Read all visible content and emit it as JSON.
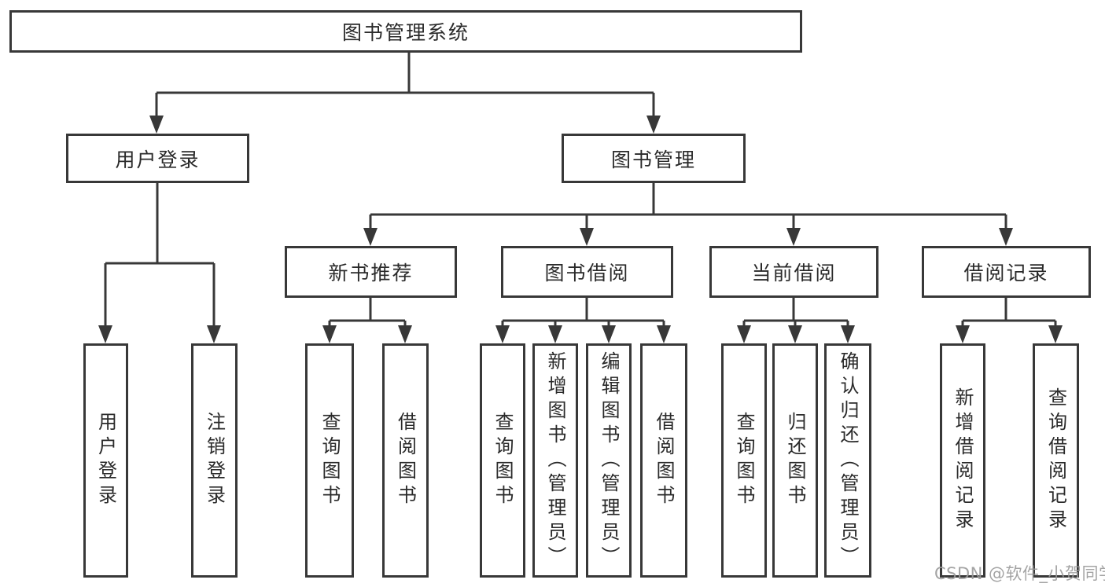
{
  "tree": {
    "label": "图书管理系统",
    "children": [
      {
        "label": "用户登录",
        "children": [
          {
            "label": "用户登录"
          },
          {
            "label": "注销登录"
          }
        ]
      },
      {
        "label": "图书管理",
        "children": [
          {
            "label": "新书推荐",
            "children": [
              {
                "label": "查询图书"
              },
              {
                "label": "借阅图书"
              }
            ]
          },
          {
            "label": "图书借阅",
            "children": [
              {
                "label": "查询图书"
              },
              {
                "label": "新增图书（管理员）"
              },
              {
                "label": "编辑图书（管理员）"
              },
              {
                "label": "借阅图书"
              }
            ]
          },
          {
            "label": "当前借阅",
            "children": [
              {
                "label": "查询图书"
              },
              {
                "label": "归还图书"
              },
              {
                "label": "确认归还（管理员）"
              }
            ]
          },
          {
            "label": "借阅记录",
            "children": [
              {
                "label": "新增借阅记录"
              },
              {
                "label": "查询借阅记录"
              }
            ]
          }
        ]
      }
    ]
  },
  "watermark": {
    "text": "CSDN @软件_小贺同学"
  },
  "colors": {
    "line": "#383838",
    "box_background": "#ffffff",
    "watermark": "#9b9b9b"
  }
}
